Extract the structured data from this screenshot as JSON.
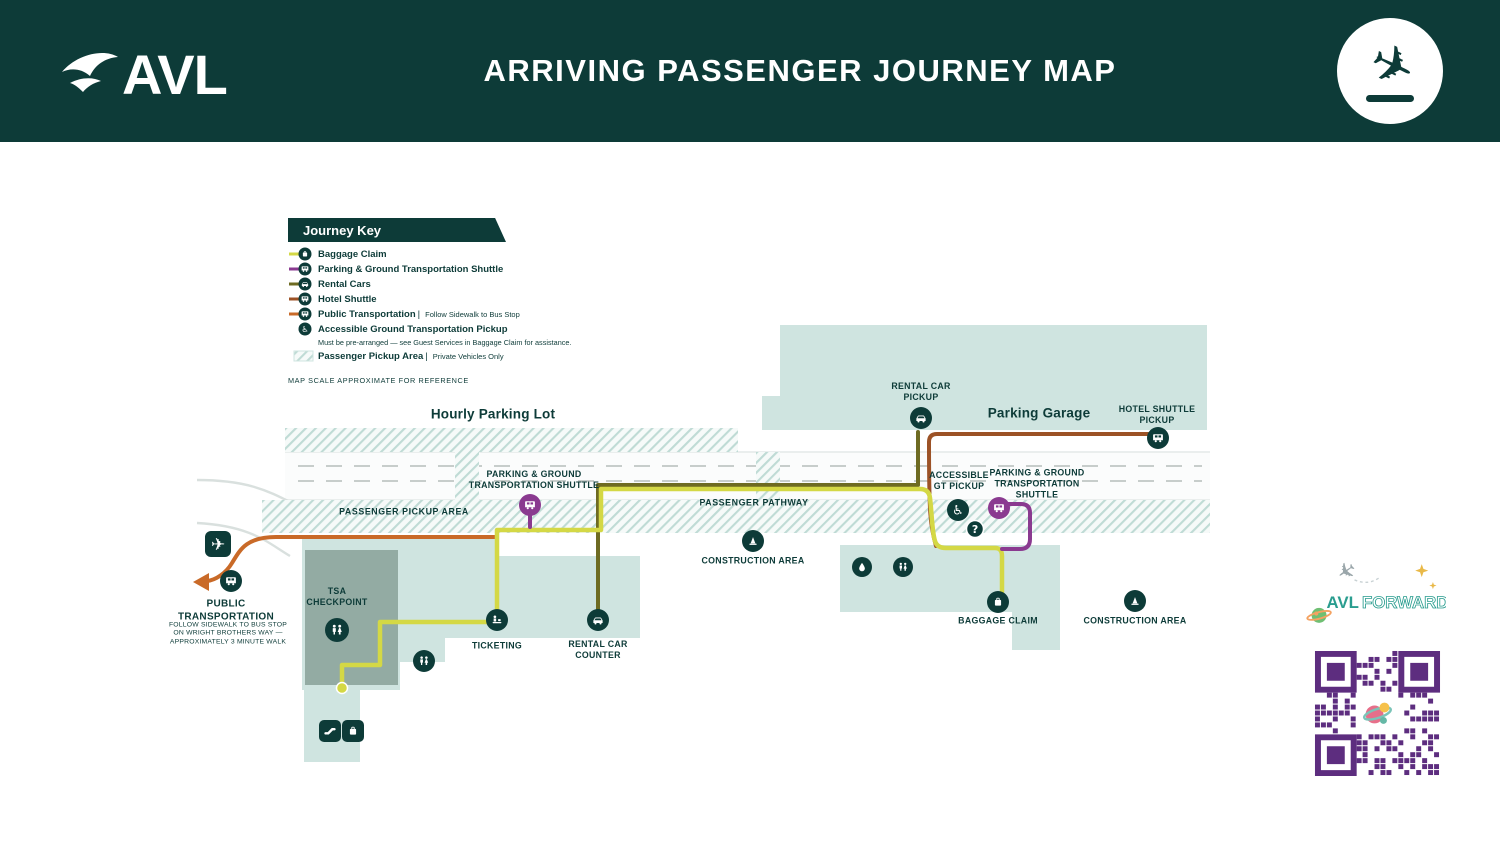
{
  "colors": {
    "ink": "#0d3b38",
    "teal-light": "#cfe4e0",
    "sage": "#93aba3",
    "yellow": "#d4d845",
    "purple": "#8a3a90",
    "olive": "#6e6b22",
    "brown": "#9c5226",
    "orange": "#c96a28",
    "hatch": "#bfdbd5",
    "road-line": "#c7cdcb",
    "qr": "#5d2d7f",
    "forward-teal": "#2a9d8f"
  },
  "header": {
    "logo": "AVL",
    "title": "ARRIVING PASSENGER JOURNEY MAP"
  },
  "legend": {
    "title": "Journey Key",
    "items": [
      {
        "label": "Baggage Claim"
      },
      {
        "label": "Parking & Ground Transportation Shuttle"
      },
      {
        "label": "Rental Cars"
      },
      {
        "label": "Hotel Shuttle"
      },
      {
        "label": "Public Transportation",
        "sub": "Follow Sidewalk to Bus Stop"
      },
      {
        "label": "Accessible Ground Transportation Pickup",
        "note": "Must be pre-arranged — see Guest Services in Baggage Claim for assistance."
      },
      {
        "label": "Passenger Pickup Area",
        "sub": "Private Vehicles Only"
      }
    ],
    "scale_note": "MAP SCALE APPROXIMATE FOR REFERENCE"
  },
  "map": {
    "labels": {
      "hourly_parking": "Hourly Parking Lot",
      "parking_garage": "Parking Garage",
      "rental_car_pickup": "RENTAL CAR\nPICKUP",
      "hotel_shuttle_pickup": "HOTEL SHUTTLE\nPICKUP",
      "shuttle_left": "PARKING & GROUND\nTRANSPORTATION SHUTTLE",
      "passenger_pickup_area": "PASSENGER PICKUP AREA",
      "passenger_pathway": "PASSENGER PATHWAY",
      "construction_mid": "CONSTRUCTION AREA",
      "accessible_gt": "ACCESSIBLE\nGT PICKUP",
      "shuttle_right": "PARKING & GROUND\nTRANSPORTATION\nSHUTTLE",
      "tsa": "TSA\nCHECKPOINT",
      "ticketing": "TICKETING",
      "rental_counter": "RENTAL CAR\nCOUNTER",
      "baggage_claim": "BAGGAGE CLAIM",
      "construction_right": "CONSTRUCTION AREA",
      "public_transportation": "PUBLIC\nTRANSPORTATION",
      "public_transportation_note": "FOLLOW SIDEWALK TO BUS STOP\nON WRIGHT BROTHERS WAY —\nAPPROXIMATELY 3 MINUTE WALK"
    }
  },
  "footer": {
    "brand_bold": "AVL",
    "brand_light": "FORWARD"
  }
}
